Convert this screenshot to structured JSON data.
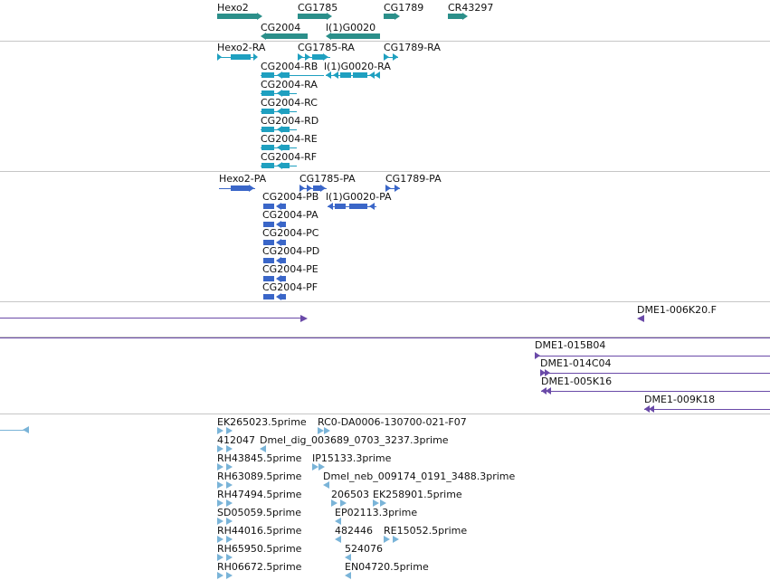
{
  "colors": {
    "gene": "#2b8f8a",
    "transcript": "#1fa0c0",
    "protein": "#3a66c8",
    "clone": "#6a4aa8",
    "est": "#7ab4d8",
    "separator": "#c6c6c6"
  },
  "genes": {
    "hexo2": "Hexo2",
    "cg1785": "CG1785",
    "cg1789": "CG1789",
    "cr43297": "CR43297",
    "cg2004": "CG2004",
    "l1g0020": "l(1)G0020"
  },
  "transcripts": {
    "hexo2": "Hexo2-RA",
    "cg1785": "CG1785-RA",
    "cg1789": "CG1789-RA",
    "rb": "CG2004-RB",
    "l1g0020": "l(1)G0020-RA",
    "ra": "CG2004-RA",
    "rc": "CG2004-RC",
    "rd": "CG2004-RD",
    "re": "CG2004-RE",
    "rf": "CG2004-RF"
  },
  "proteins": {
    "hexo2": "Hexo2-PA",
    "cg1785": "CG1785-PA",
    "cg1789": "CG1789-PA",
    "pb": "CG2004-PB",
    "l1g0020": "l(1)G0020-PA",
    "pa": "CG2004-PA",
    "pc": "CG2004-PC",
    "pd": "CG2004-PD",
    "pe": "CG2004-PE",
    "pf": "CG2004-PF"
  },
  "clones": {
    "c1": "DME1-006K20.F",
    "c2": "DME1-015B04",
    "c3": "DME1-014C04",
    "c4": "DME1-005K16",
    "c5": "DME1-009K18"
  },
  "ests": {
    "e1": "EK265023.5prime",
    "e2": "RC0-DA0006-130700-021-F07",
    "e3": "412047",
    "e4": "Dmel_dig_003689_0703_3237.3prime",
    "e5": "RH43845.5prime",
    "e6": "IP15133.3prime",
    "e7": "RH63089.5prime",
    "e8": "Dmel_neb_009174_0191_3488.3prime",
    "e9": "RH47494.5prime",
    "e10": "206503",
    "e11": "EK258901.5prime",
    "e12": "SD05059.5prime",
    "e13": "EP02113.3prime",
    "e14": "RH44016.5prime",
    "e15": "482446",
    "e16": "RE15052.5prime",
    "e17": "RH65950.5prime",
    "e18": "524076",
    "e19": "RH06672.5prime",
    "e20": "EN04720.5prime"
  }
}
